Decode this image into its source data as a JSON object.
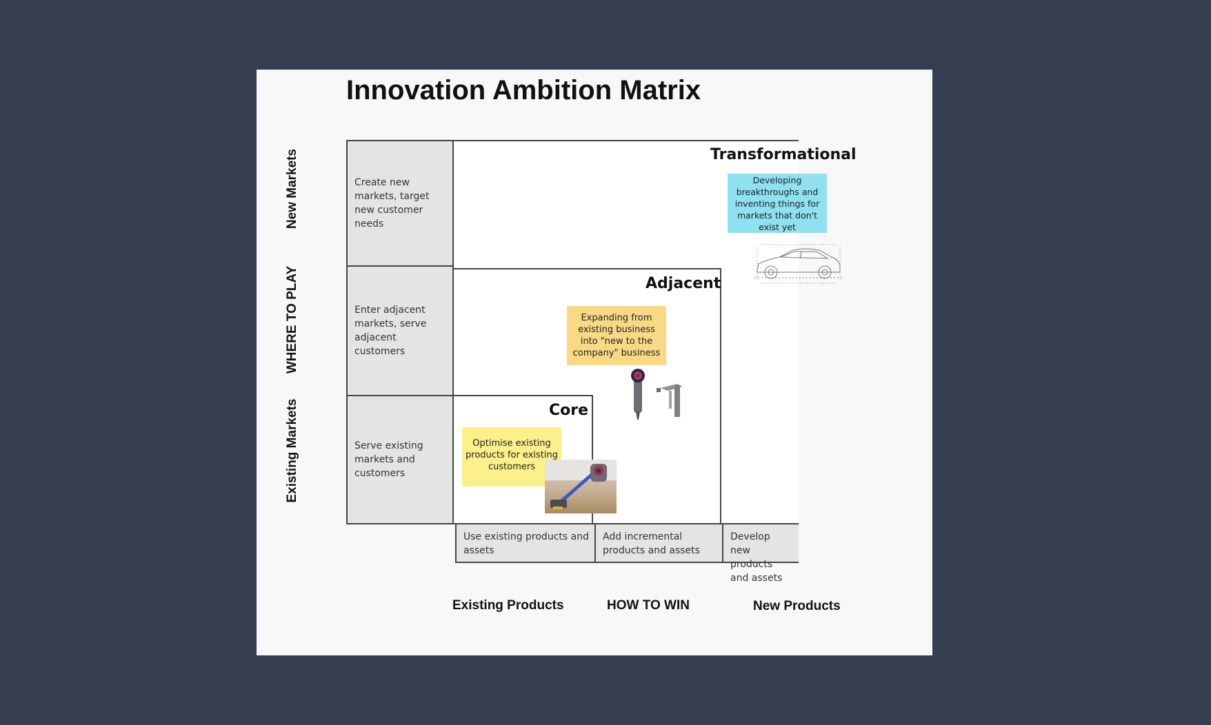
{
  "title": "Innovation Ambition Matrix",
  "y_axis": {
    "top": "New Markets",
    "middle": "WHERE TO PLAY",
    "bottom": "Existing Markets"
  },
  "x_axis": {
    "left": "Existing Products",
    "middle": "HOW TO WIN",
    "right": "New Products"
  },
  "rows": [
    "Create new markets, target new customer needs",
    "Enter adjacent markets, serve adjacent customers",
    "Serve existing markets and customers"
  ],
  "columns": [
    "Use existing products and assets",
    "Add incremental products and assets",
    "Develop new products and assets"
  ],
  "zones": {
    "transformational": {
      "label": "Transformational",
      "note": "Developing breakthroughs and inventing things for markets that don't exist yet",
      "note_color": "#8fe0f0",
      "icon": "car-sketch-icon"
    },
    "adjacent": {
      "label": "Adjacent",
      "note": "Expanding from existing business into \"new to the company\" business",
      "note_color": "#fad984",
      "icon": "hairdryer-and-tap-icon"
    },
    "core": {
      "label": "Core",
      "note": "Optimise existing products for existing customers",
      "note_color": "#fbf08a",
      "icon": "vacuum-cleaner-photo"
    }
  }
}
